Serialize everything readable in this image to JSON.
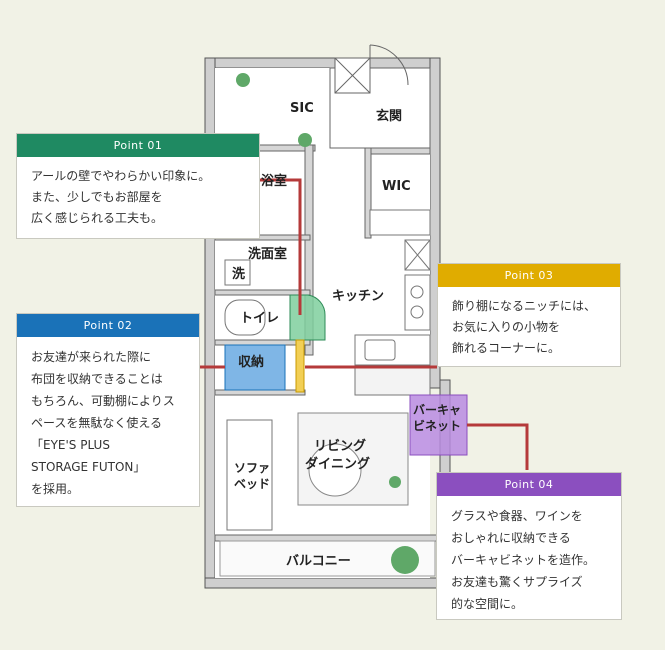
{
  "rooms": {
    "sic": "SIC",
    "entrance": "玄関",
    "bath": "浴室",
    "wic": "WIC",
    "washroom": "洗面室",
    "washer": "洗",
    "kitchen": "キッチン",
    "toilet": "トイレ",
    "storage": "収納",
    "bar_cabinet_1": "バーキャ",
    "bar_cabinet_2": "ビネット",
    "living_1": "リビング",
    "living_2": "ダイニング",
    "sofa_1": "ソファ",
    "sofa_2": "ベッド",
    "balcony": "バルコニー"
  },
  "points": [
    {
      "label": "Point 01",
      "color": "#1f8a62",
      "text": "アールの壁でやわらかい印象に。\nまた、少しでもお部屋を\n広く感じられる工夫も。"
    },
    {
      "label": "Point 02",
      "color": "#1a72b8",
      "text": "お友達が来られた際に\n布団を収納できることは\nもちろん、可動棚によりス\nペースを無駄なく使える\n「EYE'S PLUS\nSTORAGE FUTON」\nを採用。"
    },
    {
      "label": "Point 03",
      "color": "#e0ac00",
      "text": "飾り棚になるニッチには、\nお気に入りの小物を\n飾れるコーナーに。"
    },
    {
      "label": "Point 04",
      "color": "#8b4fbf",
      "text": "グラスや食器、ワインを\nおしゃれに収納できる\nバーキャビネットを造作。\nお友達も驚くサプライズ\n的な空間に。"
    }
  ]
}
